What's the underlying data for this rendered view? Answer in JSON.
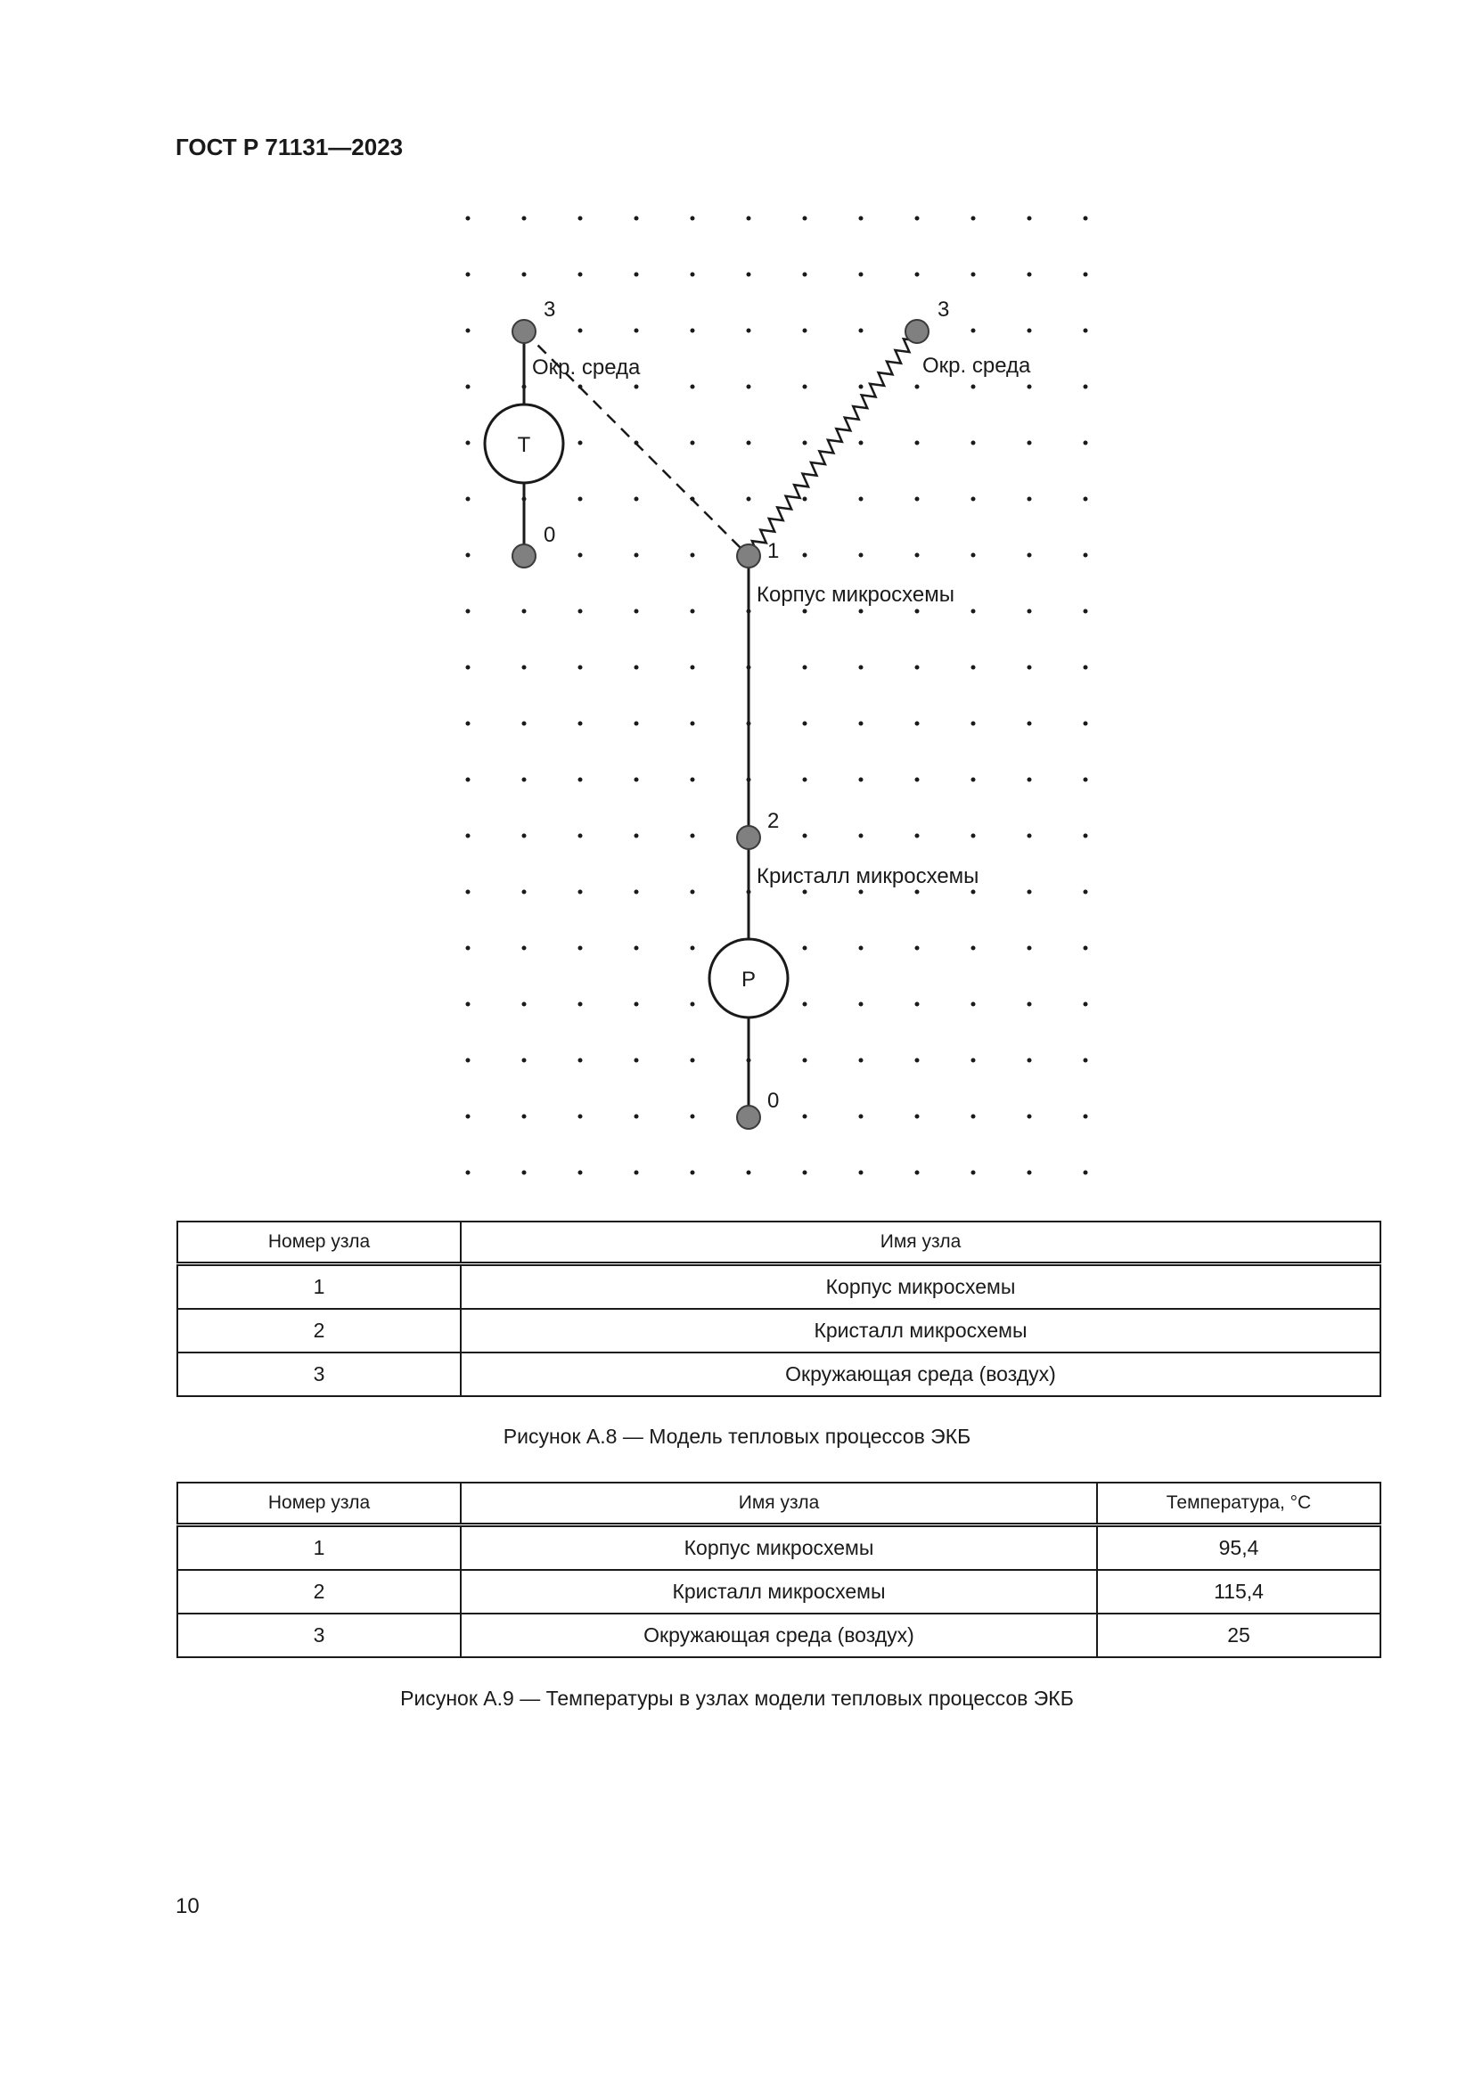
{
  "header": {
    "doc_code": "ГОСТ Р 71131—2023"
  },
  "diagram": {
    "nodes": [
      {
        "id": "n3-left",
        "label": "3",
        "name": "Окр. среда"
      },
      {
        "id": "n0-left",
        "label": "0"
      },
      {
        "id": "n3-right",
        "label": "3",
        "name": "Окр. среда"
      },
      {
        "id": "n1",
        "label": "1",
        "name": "Корпус микросхемы"
      },
      {
        "id": "n2",
        "label": "2",
        "name": "Кристалл микросхемы"
      },
      {
        "id": "n0-bottom",
        "label": "0"
      }
    ],
    "sources": [
      {
        "id": "temperature-source",
        "symbol": "T"
      },
      {
        "id": "power-source",
        "symbol": "P"
      }
    ]
  },
  "table1": {
    "headers": [
      "Номер узла",
      "Имя узла"
    ],
    "rows": [
      [
        "1",
        "Корпус микросхемы"
      ],
      [
        "2",
        "Кристалл микросхемы"
      ],
      [
        "3",
        "Окружающая среда (воздух)"
      ]
    ]
  },
  "figure_a8_caption": "Рисунок А.8 — Модель тепловых процессов ЭКБ",
  "table2": {
    "headers": [
      "Номер узла",
      "Имя узла",
      "Температура, °С"
    ],
    "rows": [
      [
        "1",
        "Корпус микросхемы",
        "95,4"
      ],
      [
        "2",
        "Кристалл микросхемы",
        "115,4"
      ],
      [
        "3",
        "Окружающая среда (воздух)",
        "25"
      ]
    ]
  },
  "figure_a9_caption": "Рисунок А.9 — Температуры в узлах модели тепловых процессов ЭКБ",
  "page_number": "10"
}
